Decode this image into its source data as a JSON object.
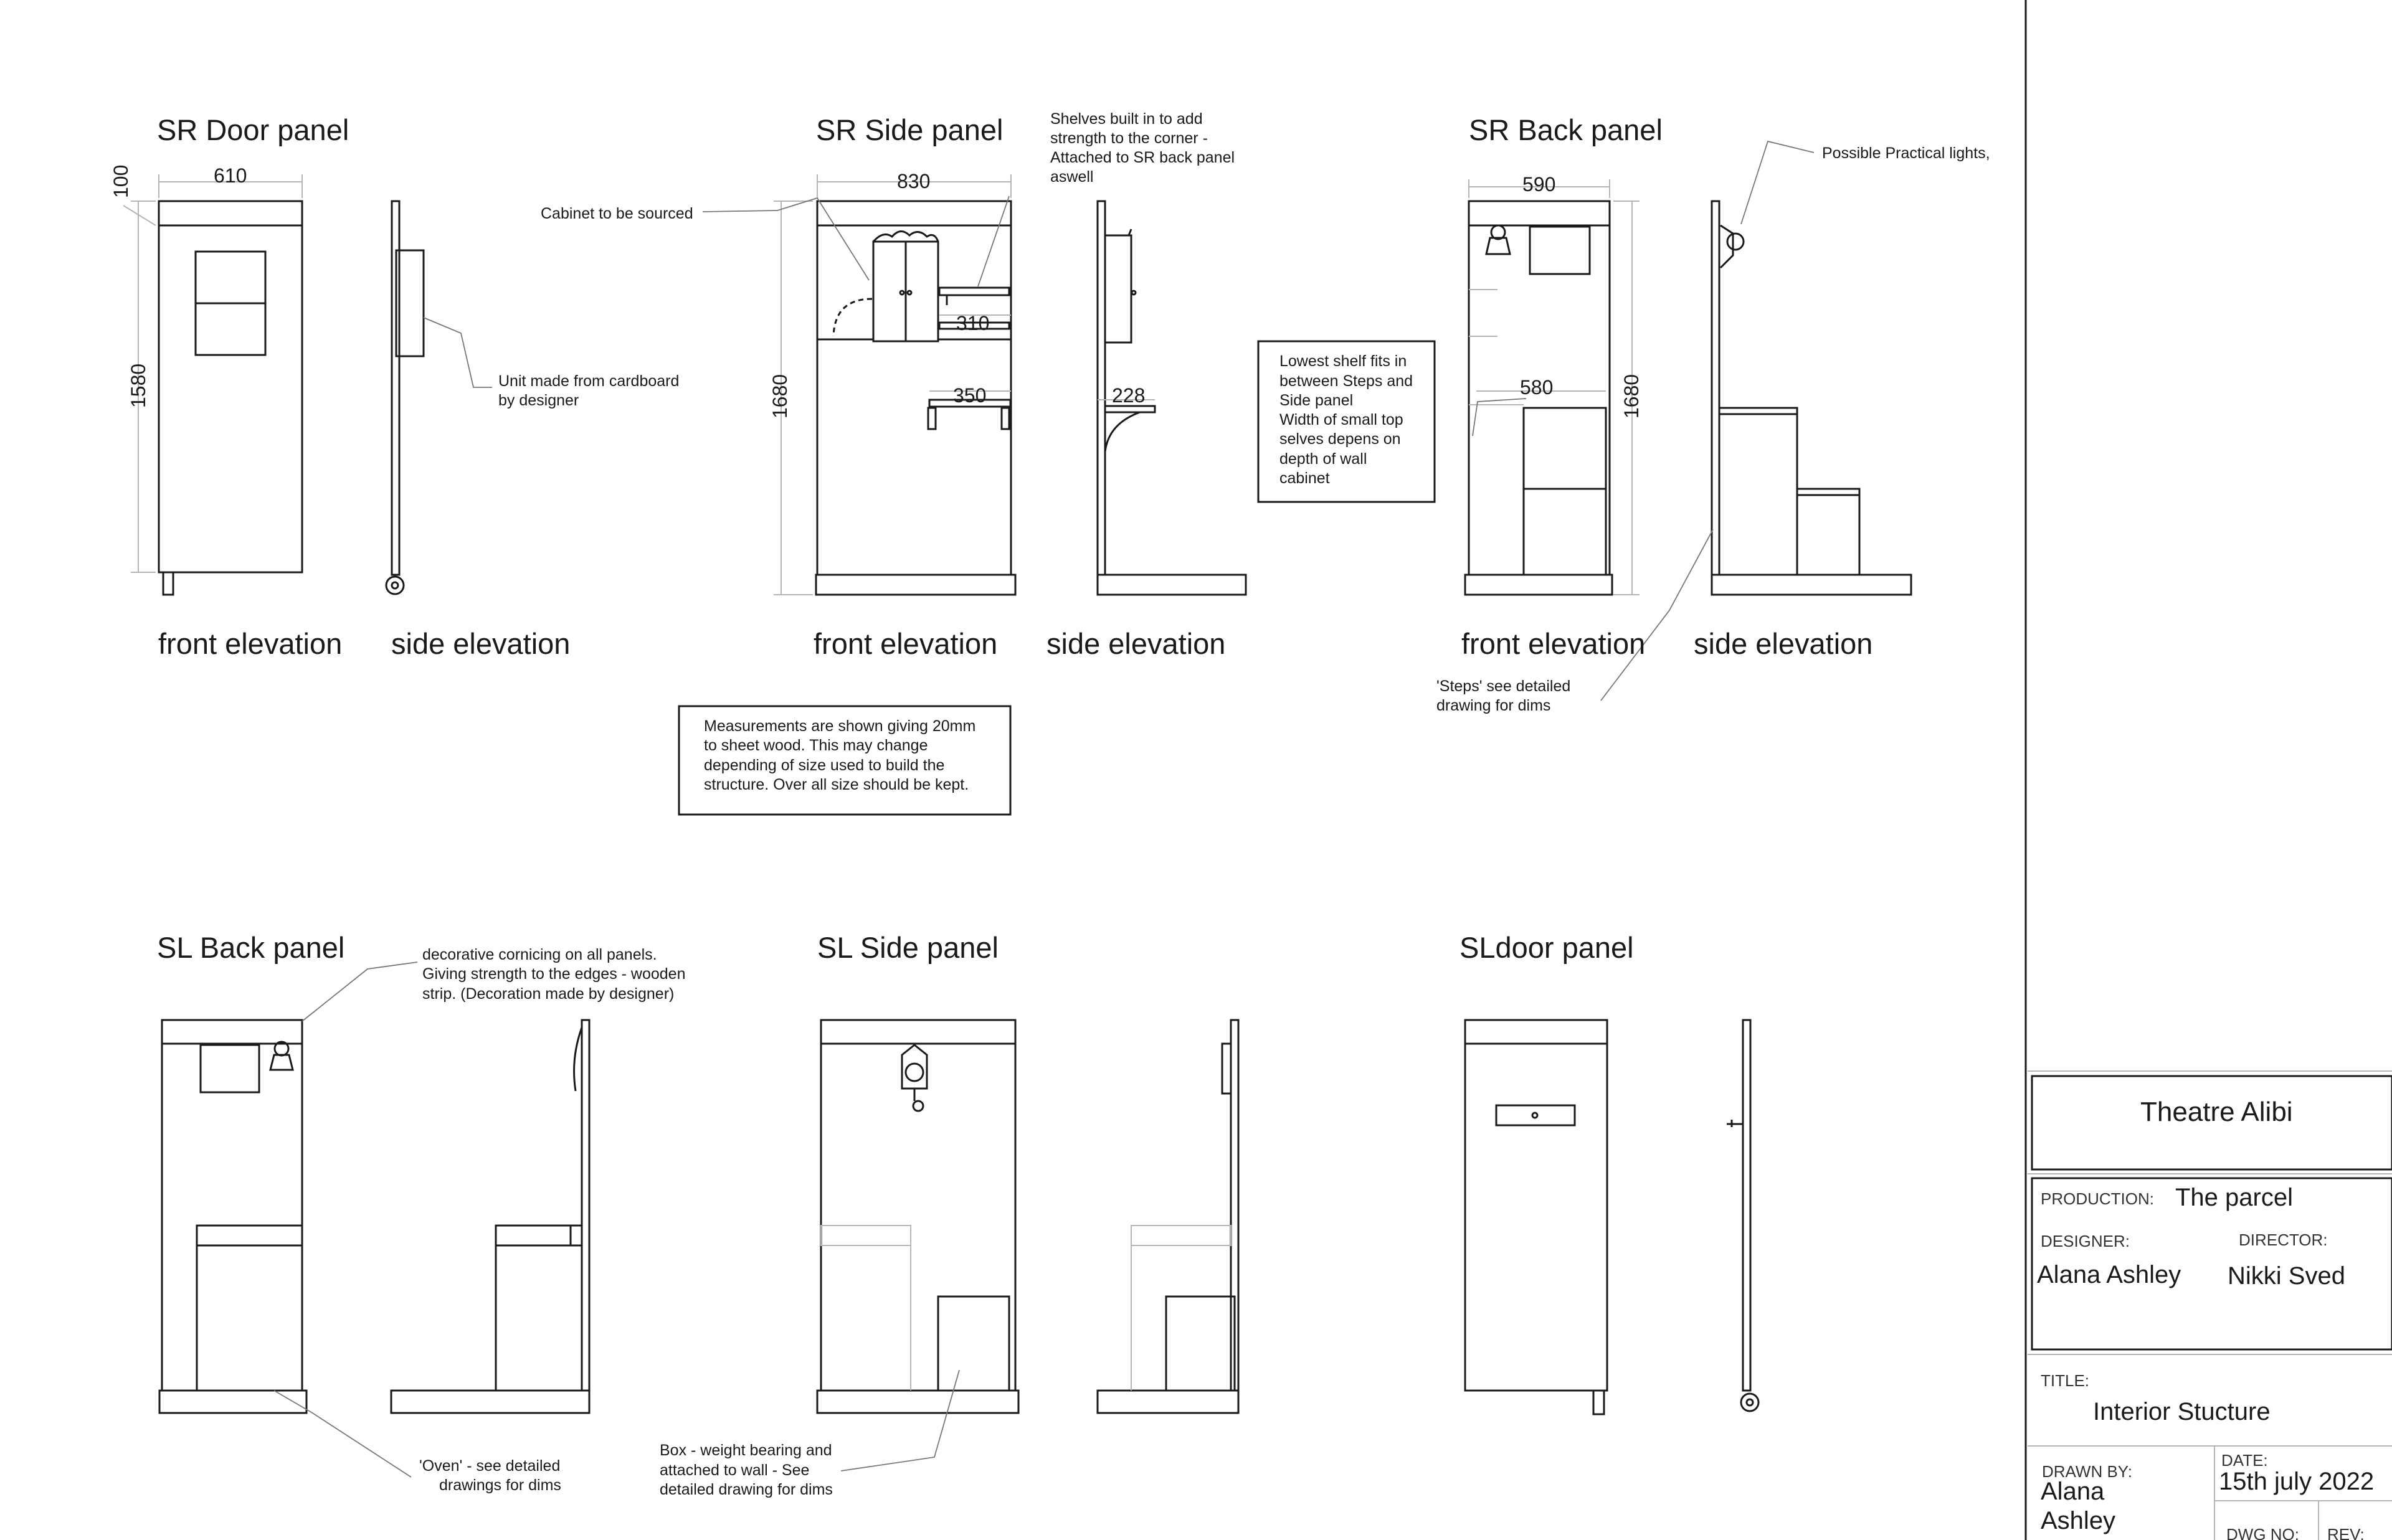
{
  "panels": {
    "sr_door": {
      "title": "SR Door panel",
      "width": "610",
      "top_height": "100",
      "height": "1580",
      "front_label": "front elevation",
      "side_label": "side elevation"
    },
    "sr_side": {
      "title": "SR Side panel",
      "width": "830",
      "height": "1680",
      "shelf_top": "310",
      "shelf_mid": "350",
      "shelf_depth": "228",
      "front_label": "front elevation",
      "side_label": "side elevation"
    },
    "sr_back": {
      "title": "SR Back panel",
      "width": "590",
      "inner_width": "580",
      "height": "1680",
      "front_label": "front elevation",
      "side_label": "side elevation"
    },
    "sl_back": {
      "title": "SL Back panel"
    },
    "sl_side": {
      "title": "SL Side panel"
    },
    "sl_door": {
      "title": "SLdoor panel"
    }
  },
  "notes": {
    "unit_cardboard": [
      "Unit made from cardboard",
      "by designer"
    ],
    "cabinet": "Cabinet to be sourced",
    "shelves": [
      "Shelves built in to add",
      "strength to the corner -",
      "Attached to SR back panel",
      "aswell"
    ],
    "lowest_shelf": [
      "Lowest shelf fits in",
      "between Steps and",
      "Side panel",
      "Width of small top",
      "selves depens on",
      "depth of wall",
      "cabinet"
    ],
    "practical_lights": "Possible Practical lights,",
    "measurements": [
      "Measurements are shown giving 20mm",
      "to sheet wood. This may change",
      "depending of size used to build the",
      "structure. Over all size should be kept."
    ],
    "steps": [
      "'Steps' see detailed",
      "drawing for dims"
    ],
    "cornicing": [
      "decorative cornicing on all panels.",
      "Giving strength to the edges - wooden",
      "strip. (Decoration made by designer)"
    ],
    "oven": [
      "'Oven' - see detailed",
      "drawings for dims"
    ],
    "box": [
      "Box - weight bearing and",
      "attached to wall - See",
      "detailed drawing for dims"
    ]
  },
  "title_block": {
    "company": "Theatre Alibi",
    "production_label": "PRODUCTION:",
    "production": "The parcel",
    "designer_label": "DESIGNER:",
    "designer": "Alana Ashley",
    "director_label": "DIRECTOR:",
    "director": "Nikki Sved",
    "title_label": "TITLE:",
    "title": "Interior Stucture",
    "drawn_by_label": "DRAWN BY:",
    "drawn_by": [
      "Alana",
      "Ashley"
    ],
    "date_label": "DATE:",
    "date": "15th july 2022",
    "dwg_no_label": "DWG NO:",
    "rev_label": "REV:"
  }
}
